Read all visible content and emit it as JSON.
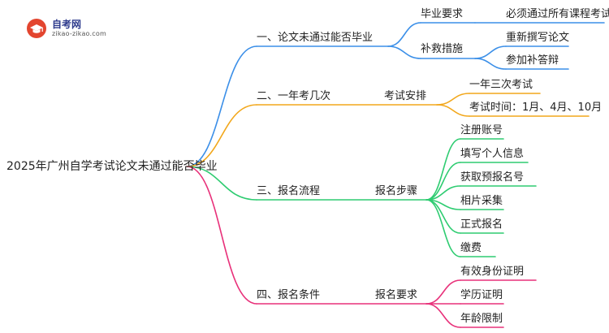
{
  "logo": {
    "title": "自考网",
    "subtitle": "zikao-zikao.com"
  },
  "mindmap": {
    "root": "2025年广州自学考试论文未通过能否毕业",
    "branches": [
      {
        "label": "一、论文未通过能否毕业",
        "color": "#3b8fe8",
        "children": [
          {
            "label": "毕业要求",
            "children": [
              "必须通过所有课程考试"
            ]
          },
          {
            "label": "补救措施",
            "children": [
              "重新撰写论文",
              "参加补答辩"
            ]
          }
        ]
      },
      {
        "label": "二、一年考几次",
        "color": "#f2a71b",
        "children": [
          {
            "label": "考试安排",
            "children": [
              "一年三次考试",
              "考试时间：1月、4月、10月"
            ]
          }
        ]
      },
      {
        "label": "三、报名流程",
        "color": "#2ecc71",
        "children": [
          {
            "label": "报名步骤",
            "children": [
              "注册账号",
              "填写个人信息",
              "获取预报名号",
              "相片采集",
              "正式报名",
              "缴费"
            ]
          }
        ]
      },
      {
        "label": "四、报名条件",
        "color": "#e8317a",
        "children": [
          {
            "label": "报名要求",
            "children": [
              "有效身份证明",
              "学历证明",
              "年龄限制"
            ]
          }
        ]
      }
    ]
  }
}
